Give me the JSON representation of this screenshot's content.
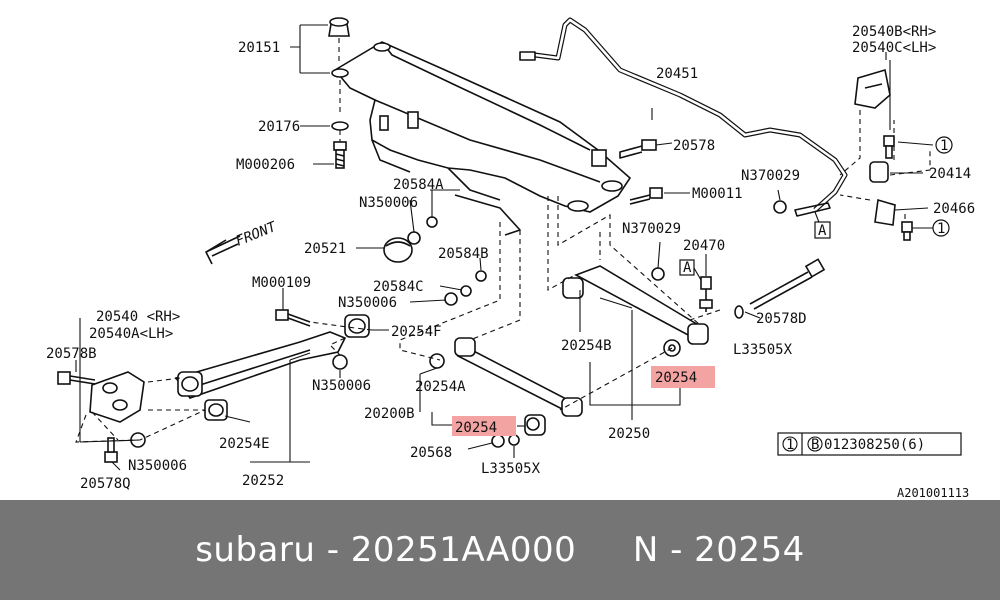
{
  "labels": {
    "l20151": "20151",
    "l20176": "20176",
    "lM000206": "M000206",
    "l20584A": "20584A",
    "lN350006a": "N350006",
    "l20521": "20521",
    "l20584B": "20584B",
    "l20584C": "20584C",
    "lN350006b": "N350006",
    "lM000109": "M000109",
    "l20254F": "20254F",
    "l20540": "20540 <RH>",
    "l20540A": "20540A<LH>",
    "l20578B": "20578B",
    "lN350006c": "N350006",
    "lN350006d": "N350006",
    "l20254E": "20254E",
    "l20578Q": "20578Q",
    "l20252": "20252",
    "l20254A": "20254A",
    "l20200B": "20200B",
    "l20254red1": "20254",
    "l20568": "20568",
    "lL33505Xa": "L33505X",
    "l20250": "20250",
    "l20254B": "20254B",
    "l20254red2": "20254",
    "lL33505Xb": "L33505X",
    "l20578D": "20578D",
    "lN370029a": "N370029",
    "l20470": "20470",
    "lA1": "A",
    "lN370029b": "N370029",
    "lA2": "A",
    "l20451": "20451",
    "l20578": "20578",
    "lM00011": "M00011",
    "l20540B": "20540B<RH>",
    "l20540C": "20540C<LH>",
    "lc1a": "1",
    "l20414": "20414",
    "l20466": "20466",
    "lc1b": "1",
    "legend_num": "1",
    "legend_b": "B",
    "legend_code": "012308250(6)",
    "ref_code": "A201001113",
    "front": "FRONT"
  },
  "footer": {
    "text": "subaru - 20251AA000     N - 20254"
  },
  "colors": {
    "highlight": "#f4a3a3",
    "footer_bg": "#757575",
    "footer_text": "#ffffff"
  }
}
